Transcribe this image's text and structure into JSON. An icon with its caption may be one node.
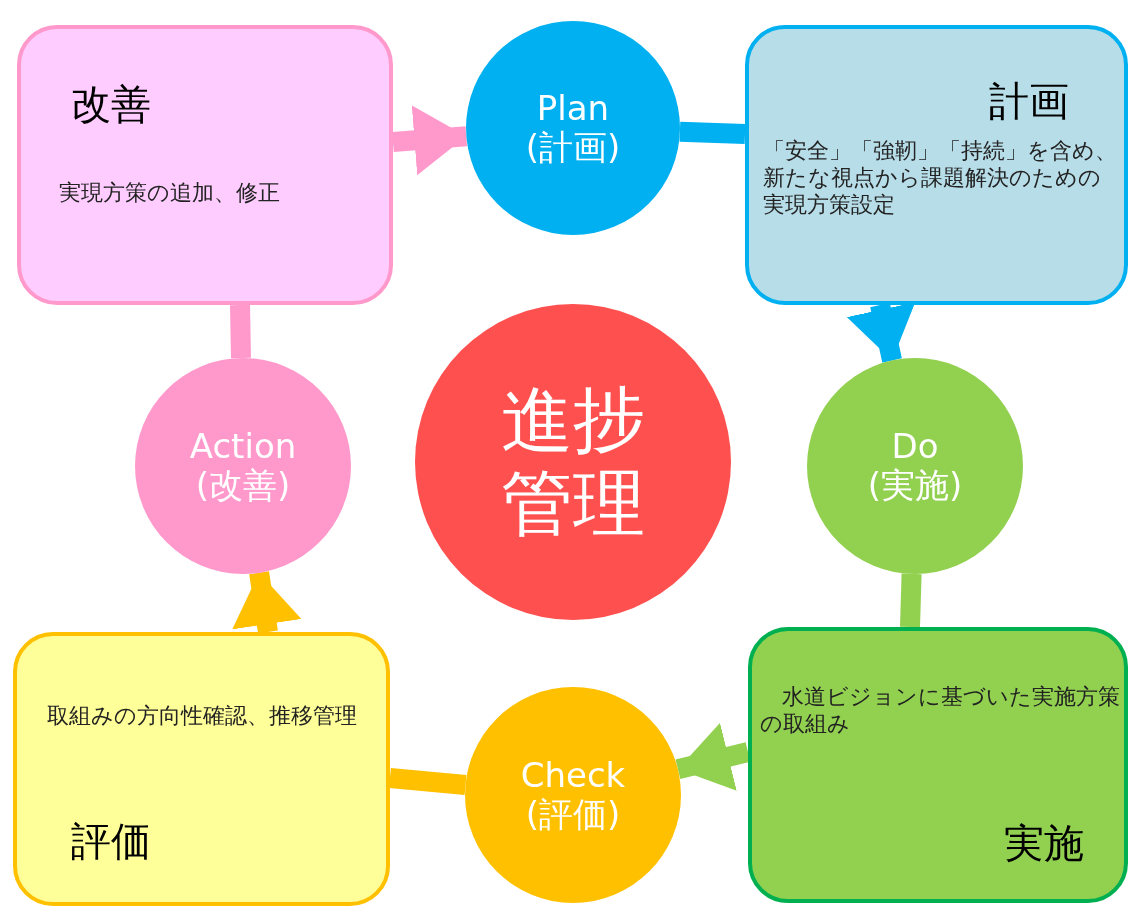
{
  "diagram": {
    "nodes": [
      {
        "text": [
          "Plan (計画)"
        ]
      },
      {
        "text": [
          "計画",
          "「安全」「強靭」「持続」を含め、新たな視点から課題解決のための実現方策設定"
        ]
      },
      {
        "text": [
          "Do (実施)"
        ]
      },
      {
        "text": [
          "水道ビジョンに基づいた実施方策の取組み",
          "実施"
        ]
      },
      {
        "text": [
          "Check (評価)"
        ]
      },
      {
        "text": [
          "取組みの方向性確認、推移管理",
          "評価"
        ]
      },
      {
        "text": [
          "Action (改善)"
        ]
      },
      {
        "text": [
          "改善",
          "実現方策の追加、修正"
        ]
      },
      {
        "text": [
          "進捗管理"
        ]
      }
    ],
    "edges": [
      {
        "from": 0,
        "to": 1,
        "arrow": "none",
        "color": "#00b0f0"
      },
      {
        "from": 1,
        "to": 2,
        "arrow": "to",
        "color": "#00b0f0"
      },
      {
        "from": 2,
        "to": 3,
        "arrow": "none",
        "color": "#92d050"
      },
      {
        "from": 3,
        "to": 4,
        "arrow": "to",
        "color": "#92d050"
      },
      {
        "from": 4,
        "to": 5,
        "arrow": "none",
        "color": "#ffc000"
      },
      {
        "from": 5,
        "to": 6,
        "arrow": "to",
        "color": "#ffc000"
      },
      {
        "from": 6,
        "to": 7,
        "arrow": "none",
        "color": "#ff99cc"
      },
      {
        "from": 7,
        "to": 0,
        "arrow": "to",
        "color": "#ff99cc"
      }
    ]
  }
}
